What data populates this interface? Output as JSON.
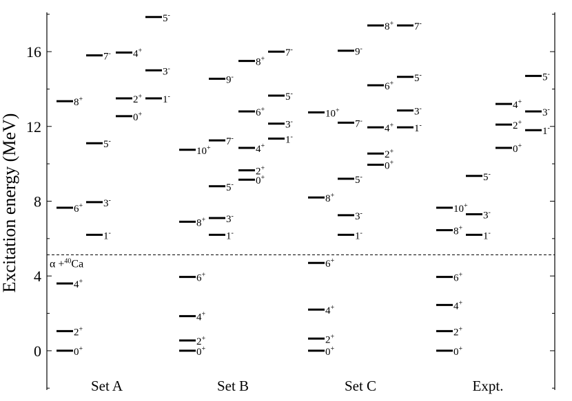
{
  "chart_data": {
    "type": "level-scheme",
    "ylabel": "Excitation energy (MeV)",
    "ylim": [
      -2.1,
      18.1
    ],
    "yticks": [
      0,
      4,
      8,
      12,
      16
    ],
    "categories": [
      "Set A",
      "Set B",
      "Set C",
      "Expt."
    ],
    "threshold": {
      "energy": 5.13,
      "label_base": "α +",
      "label_mass": "40",
      "label_element": "Ca"
    },
    "groups": [
      {
        "name": "Set A",
        "columns": [
          [
            {
              "j": "0",
              "p": "+",
              "e": 0.0
            },
            {
              "j": "2",
              "p": "+",
              "e": 1.05
            },
            {
              "j": "4",
              "p": "+",
              "e": 3.6
            },
            {
              "j": "6",
              "p": "+",
              "e": 7.65
            },
            {
              "j": "8",
              "p": "+",
              "e": 13.35
            }
          ],
          [
            {
              "j": "1",
              "p": "-",
              "e": 6.2
            },
            {
              "j": "3",
              "p": "-",
              "e": 7.95
            },
            {
              "j": "5",
              "p": "-",
              "e": 11.1
            },
            {
              "j": "7",
              "p": "-",
              "e": 15.8
            }
          ],
          [
            {
              "j": "0",
              "p": "+",
              "e": 12.55
            },
            {
              "j": "2",
              "p": "+",
              "e": 13.5
            },
            {
              "j": "4",
              "p": "+",
              "e": 15.95
            }
          ],
          [
            {
              "j": "1",
              "p": "-",
              "e": 13.5
            },
            {
              "j": "3",
              "p": "-",
              "e": 15.0
            },
            {
              "j": "5",
              "p": "-",
              "e": 17.85
            }
          ]
        ]
      },
      {
        "name": "Set B",
        "columns": [
          [
            {
              "j": "0",
              "p": "+",
              "e": 0.0
            },
            {
              "j": "2",
              "p": "+",
              "e": 0.55
            },
            {
              "j": "4",
              "p": "+",
              "e": 1.85
            },
            {
              "j": "6",
              "p": "+",
              "e": 3.95
            },
            {
              "j": "8",
              "p": "+",
              "e": 6.9
            },
            {
              "j": "10",
              "p": "+",
              "e": 10.75
            }
          ],
          [
            {
              "j": "1",
              "p": "-",
              "e": 6.2
            },
            {
              "j": "3",
              "p": "-",
              "e": 7.1
            },
            {
              "j": "5",
              "p": "-",
              "e": 8.8
            },
            {
              "j": "7",
              "p": "-",
              "e": 11.25
            },
            {
              "j": "9",
              "p": "-",
              "e": 14.55
            }
          ],
          [
            {
              "j": "0",
              "p": "+",
              "e": 9.15
            },
            {
              "j": "2",
              "p": "+",
              "e": 9.65
            },
            {
              "j": "4",
              "p": "+",
              "e": 10.85
            },
            {
              "j": "6",
              "p": "+",
              "e": 12.8
            },
            {
              "j": "8",
              "p": "+",
              "e": 15.5
            }
          ],
          [
            {
              "j": "1",
              "p": "-",
              "e": 11.35
            },
            {
              "j": "3",
              "p": "-",
              "e": 12.15
            },
            {
              "j": "5",
              "p": "-",
              "e": 13.65
            },
            {
              "j": "7",
              "p": "-",
              "e": 16.0
            }
          ]
        ]
      },
      {
        "name": "Set C",
        "columns": [
          [
            {
              "j": "0",
              "p": "+",
              "e": 0.0
            },
            {
              "j": "2",
              "p": "+",
              "e": 0.65
            },
            {
              "j": "4",
              "p": "+",
              "e": 2.2
            },
            {
              "j": "6",
              "p": "+",
              "e": 4.7
            },
            {
              "j": "8",
              "p": "+",
              "e": 8.2
            },
            {
              "j": "10",
              "p": "+",
              "e": 12.75
            }
          ],
          [
            {
              "j": "1",
              "p": "-",
              "e": 6.2
            },
            {
              "j": "3",
              "p": "-",
              "e": 7.25
            },
            {
              "j": "5",
              "p": "-",
              "e": 9.2
            },
            {
              "j": "7",
              "p": "-",
              "e": 12.2
            },
            {
              "j": "9",
              "p": "-",
              "e": 16.05
            }
          ],
          [
            {
              "j": "0",
              "p": "+",
              "e": 9.95
            },
            {
              "j": "2",
              "p": "+",
              "e": 10.55
            },
            {
              "j": "4",
              "p": "+",
              "e": 11.95
            },
            {
              "j": "6",
              "p": "+",
              "e": 14.2
            },
            {
              "j": "8",
              "p": "+",
              "e": 17.4
            }
          ],
          [
            {
              "j": "1",
              "p": "-",
              "e": 11.95
            },
            {
              "j": "3",
              "p": "-",
              "e": 12.85
            },
            {
              "j": "5",
              "p": "-",
              "e": 14.65
            },
            {
              "j": "7",
              "p": "-",
              "e": 17.4
            }
          ]
        ]
      },
      {
        "name": "Expt.",
        "columns": [
          [
            {
              "j": "0",
              "p": "+",
              "e": 0.0
            },
            {
              "j": "2",
              "p": "+",
              "e": 1.05
            },
            {
              "j": "4",
              "p": "+",
              "e": 2.45
            },
            {
              "j": "6",
              "p": "+",
              "e": 3.95
            },
            {
              "j": "8",
              "p": "+",
              "e": 6.45
            },
            {
              "j": "10",
              "p": "+",
              "e": 7.65
            }
          ],
          [
            {
              "j": "1",
              "p": "-",
              "e": 6.2
            },
            {
              "j": "3",
              "p": "-",
              "e": 7.3
            },
            {
              "j": "5",
              "p": "-",
              "e": 9.35
            }
          ],
          [
            {
              "j": "0",
              "p": "+",
              "e": 10.85
            },
            {
              "j": "2",
              "p": "+",
              "e": 12.1
            },
            {
              "j": "4",
              "p": "+",
              "e": 13.2
            }
          ],
          [
            {
              "j": "1",
              "p": "-",
              "e": 11.8
            },
            {
              "j": "3",
              "p": "-",
              "e": 12.8
            },
            {
              "j": "5",
              "p": "-",
              "e": 14.7
            }
          ]
        ]
      }
    ]
  }
}
